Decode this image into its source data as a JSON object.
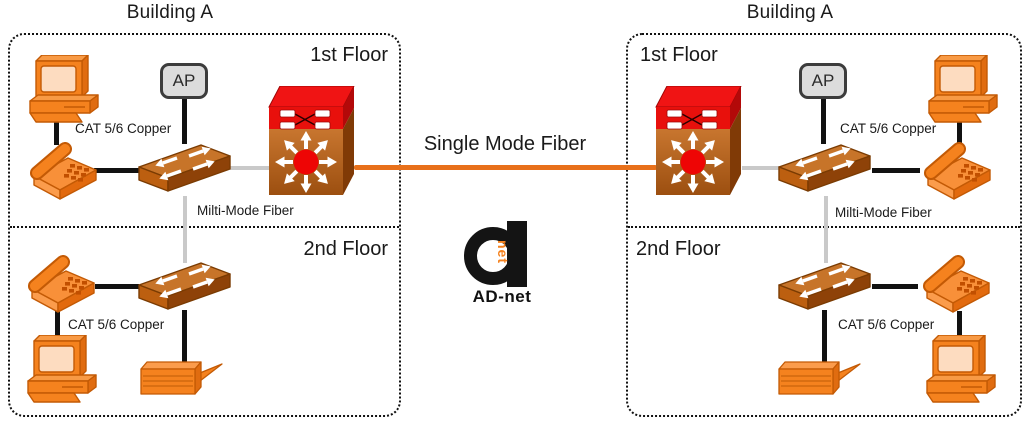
{
  "buildings": [
    {
      "title": "Building A",
      "floors": [
        {
          "label": "1st Floor",
          "copper": "CAT 5/6 Copper",
          "fiber": "Milti-Mode Fiber",
          "ap": "AP"
        },
        {
          "label": "2nd Floor",
          "copper": "CAT 5/6 Copper"
        }
      ]
    },
    {
      "title": "Building A",
      "floors": [
        {
          "label": "1st Floor",
          "copper": "CAT 5/6 Copper",
          "fiber": "Milti-Mode Fiber",
          "ap": "AP"
        },
        {
          "label": "2nd Floor",
          "copper": "CAT 5/6 Copper"
        }
      ]
    }
  ],
  "link": {
    "label": "Single Mode Fiber",
    "color": "#e8701a"
  },
  "logo": {
    "vertical_text": "net",
    "name": "AD-net",
    "accent": "#f5821e"
  },
  "colors": {
    "device_orange": "#f5821e",
    "switch_brown": "#bc5f10",
    "core_red": "#e8100c",
    "multimode_gray": "#c9c9c9",
    "copper_black": "#111111"
  }
}
